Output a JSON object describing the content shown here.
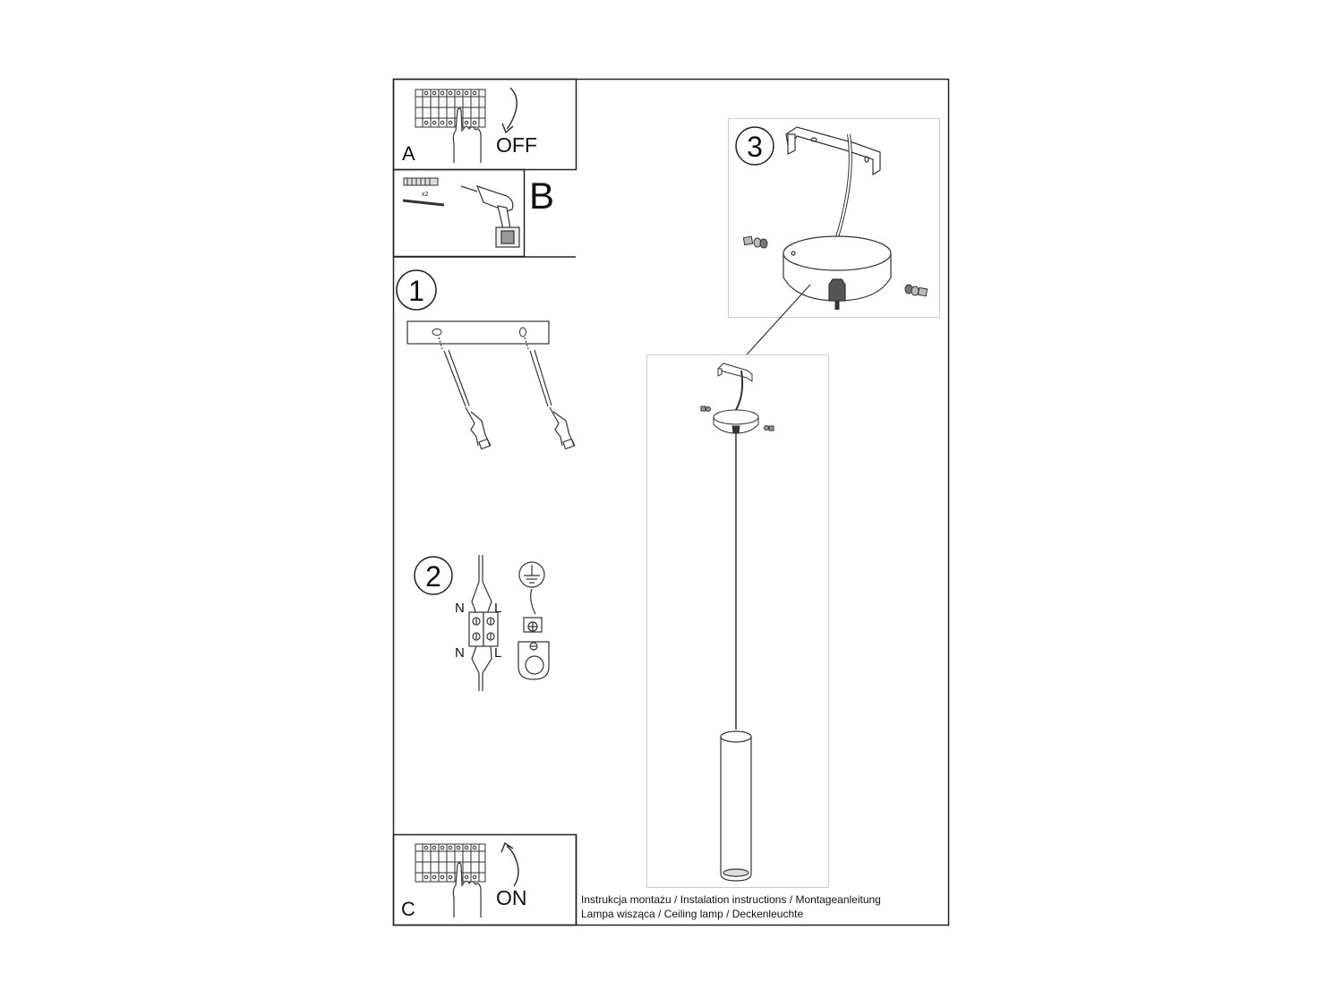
{
  "steps": {
    "a": {
      "letter": "A",
      "action": "OFF"
    },
    "b": {
      "letter": "B",
      "multiplier": "x2"
    },
    "one": {
      "number": "1"
    },
    "two": {
      "number": "2",
      "neutral": "N",
      "live": "L"
    },
    "three": {
      "number": "3"
    },
    "c": {
      "letter": "C",
      "action": "ON"
    }
  },
  "footer": {
    "line1": "Instrukcja montażu / Instalation instructions / Montageanleitung",
    "line2": "Lampa wisząca / Ceiling lamp / Deckenleuchte"
  }
}
